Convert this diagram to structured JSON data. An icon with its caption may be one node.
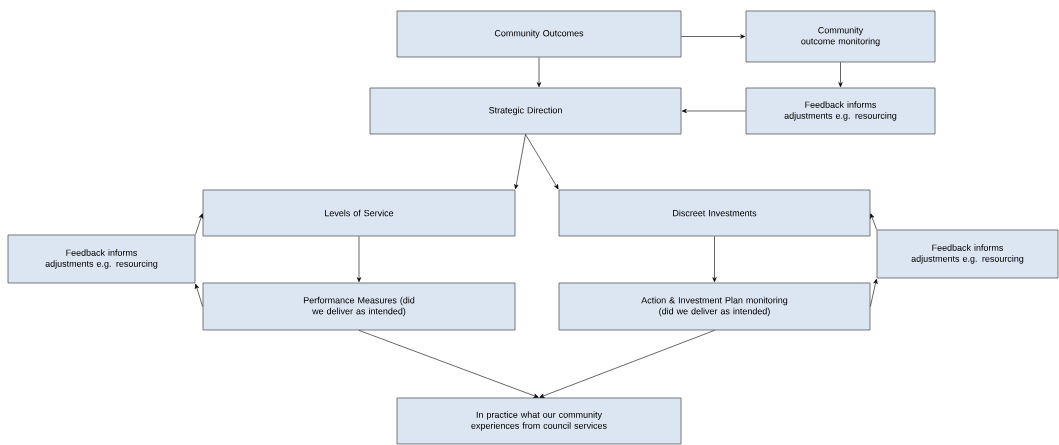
{
  "diagram": {
    "nodes": [
      {
        "text": [
          "Community Outcomes"
        ]
      },
      {
        "text": [
          "Community outcome monitoring"
        ]
      },
      {
        "text": [
          "Strategic Direction"
        ]
      },
      {
        "text": [
          "Feedback informs adjustments e.g. resourcing"
        ]
      },
      {
        "text": [
          "Levels of Service"
        ]
      },
      {
        "text": [
          "Discreet Investments"
        ]
      },
      {
        "text": [
          "Feedback informs adjustments e.g. resourcing"
        ]
      },
      {
        "text": [
          "Feedback informs adjustments e.g. resourcing"
        ]
      },
      {
        "text": [
          "Performance Measures (did we deliver as intended)"
        ]
      },
      {
        "text": [
          "Action & Investment Plan monitoring (did we deliver as intended)"
        ]
      },
      {
        "text": [
          "In practice what our community experiences from council services"
        ]
      }
    ],
    "edges": [
      {
        "from": 0,
        "to": 1,
        "arrow": "to"
      },
      {
        "from": 0,
        "to": 2,
        "arrow": "to"
      },
      {
        "from": 1,
        "to": 3,
        "arrow": "to"
      },
      {
        "from": 3,
        "to": 2,
        "arrow": "to"
      },
      {
        "from": 2,
        "to": 4,
        "arrow": "to"
      },
      {
        "from": 2,
        "to": 5,
        "arrow": "to"
      },
      {
        "from": 4,
        "to": 8,
        "arrow": "to"
      },
      {
        "from": 5,
        "to": 9,
        "arrow": "to"
      },
      {
        "from": 8,
        "to": 6,
        "arrow": "to"
      },
      {
        "from": 6,
        "to": 4,
        "arrow": "to"
      },
      {
        "from": 9,
        "to": 7,
        "arrow": "to"
      },
      {
        "from": 7,
        "to": 5,
        "arrow": "to"
      },
      {
        "from": 8,
        "to": 10,
        "arrow": "to"
      },
      {
        "from": 9,
        "to": 10,
        "arrow": "to"
      }
    ]
  }
}
